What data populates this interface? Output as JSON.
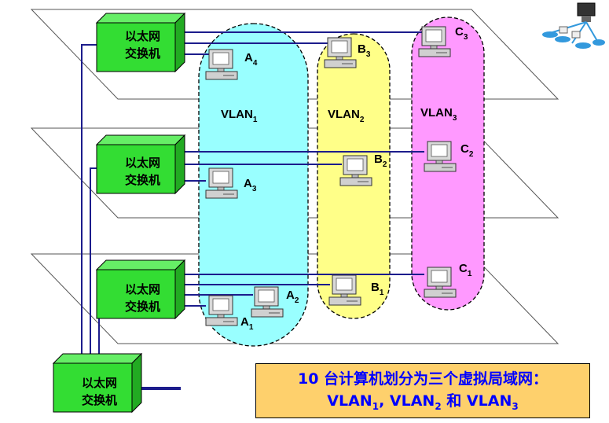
{
  "switch_label": [
    "以太网",
    "交换机"
  ],
  "vlans": [
    {
      "name": "VLAN",
      "sub": "1",
      "color": "#99ffff"
    },
    {
      "name": "VLAN",
      "sub": "2",
      "color": "#ffff88"
    },
    {
      "name": "VLAN",
      "sub": "3",
      "color": "#ff99ff"
    }
  ],
  "computers": [
    {
      "letter": "A",
      "sub": "4"
    },
    {
      "letter": "B",
      "sub": "3"
    },
    {
      "letter": "C",
      "sub": "3"
    },
    {
      "letter": "A",
      "sub": "3"
    },
    {
      "letter": "B",
      "sub": "2"
    },
    {
      "letter": "C",
      "sub": "2"
    },
    {
      "letter": "A",
      "sub": "2"
    },
    {
      "letter": "A",
      "sub": "1"
    },
    {
      "letter": "B",
      "sub": "1"
    },
    {
      "letter": "C",
      "sub": "1"
    }
  ],
  "caption": {
    "line1": "10 台计算机划分为三个虚拟局域网：",
    "vlan_prefix": "VLAN",
    "sub1": "1",
    "sub2": "2",
    "sub3": "3",
    "sep": ", ",
    "and": " 和 "
  },
  "colors": {
    "switch": "#33dd33",
    "switch_side": "#22aa22",
    "link": "#1c1c8c",
    "caption_bg": "#fed06c",
    "caption_text": "#0000ff"
  }
}
